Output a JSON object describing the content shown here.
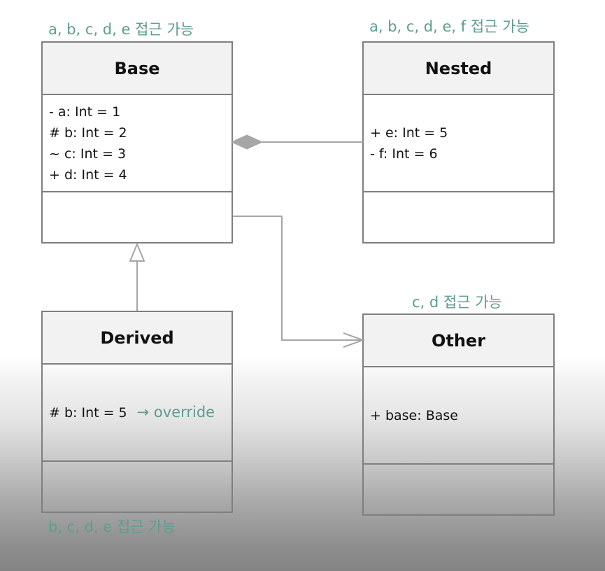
{
  "classes": {
    "base": {
      "name": "Base",
      "attributes": [
        "- a: Int = 1",
        "# b: Int = 2",
        "~ c: Int = 3",
        "+ d: Int = 4"
      ],
      "access_note": "a, b, c, d, e 접근 가능"
    },
    "nested": {
      "name": "Nested",
      "attributes": [
        "+ e: Int = 5",
        "- f: Int = 6"
      ],
      "access_note": "a, b, c, d, e, f 접근 가능"
    },
    "derived": {
      "name": "Derived",
      "attribute": "# b: Int = 5",
      "override_note": "→ override",
      "access_note": "b, c, d, e 접근 가능"
    },
    "other": {
      "name": "Other",
      "attributes": [
        "+ base: Base"
      ],
      "access_note": "c, d 접근 가능"
    }
  },
  "colors": {
    "note": "#5e9c8f",
    "border": "#7f7f7f",
    "header_fill": "#f2f2f2",
    "connector": "#a6a6a6"
  }
}
